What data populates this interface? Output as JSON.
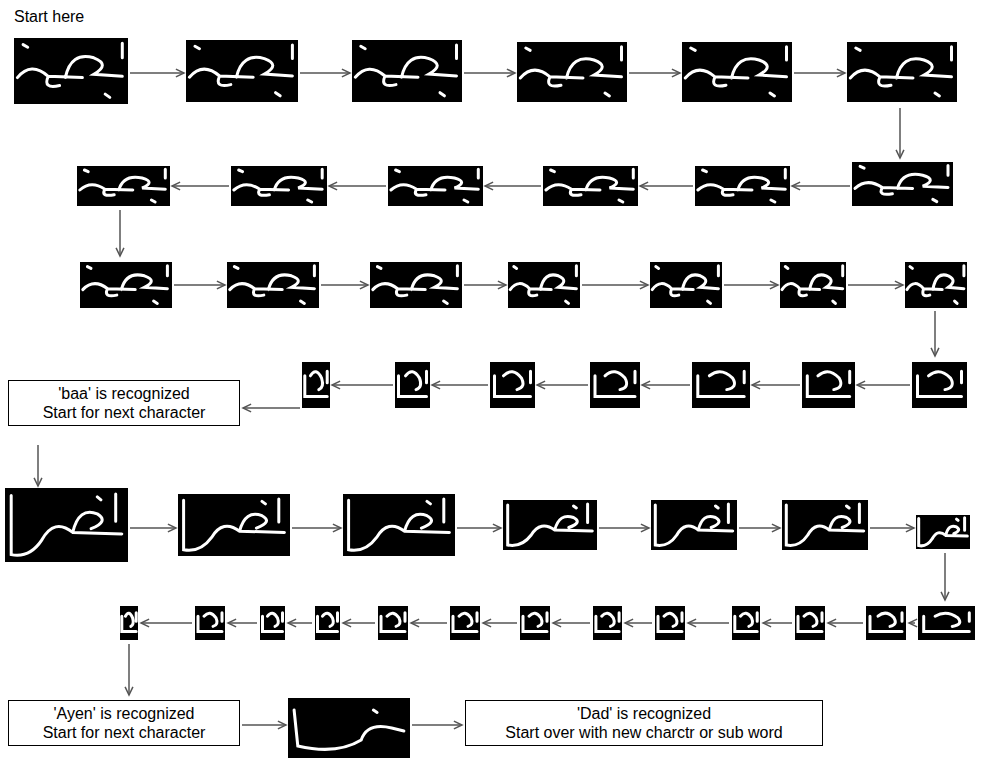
{
  "diagram": {
    "nodes": [
      {
        "text": [
          "'baa' is recognized",
          "Start for next character"
        ]
      },
      {
        "text": [
          "'Ayen' is recognized",
          "Start for next character"
        ]
      },
      {
        "text": [
          "'Dad' is recognized",
          "Start over with new charctr or sub word"
        ]
      }
    ],
    "labels": [
      "Start here"
    ]
  }
}
